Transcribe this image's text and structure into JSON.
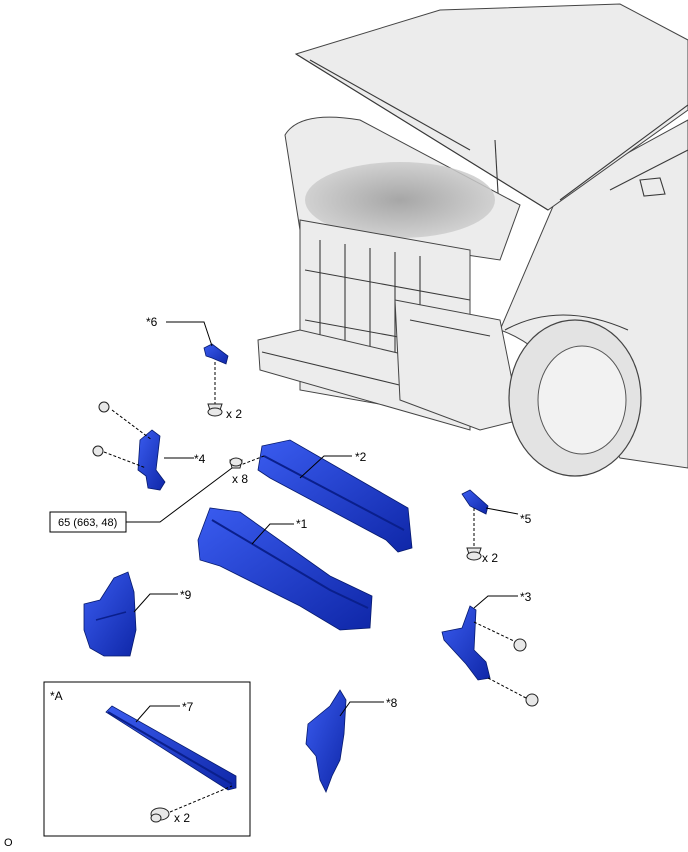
{
  "colors": {
    "part_blue": "#1f3fd6",
    "part_blue_dark": "#0c238f",
    "line": "#000000",
    "car": "#ececec"
  },
  "callouts": {
    "p1": "*1",
    "p2": "*2",
    "p3": "*3",
    "p4": "*4",
    "p5": "*5",
    "p6": "*6",
    "p7": "*7",
    "p8": "*8",
    "p9": "*9"
  },
  "quantities": {
    "bolts_p2": "x 8",
    "bolts_p3": "x 2",
    "bolts_p4": "x 2",
    "bolts_p5": "x 2",
    "bolts_p6": "x 2",
    "clips_p7": "x 2"
  },
  "torque_spec": "65 (663, 48)",
  "inset_label": "*A",
  "corner_mark": "O"
}
